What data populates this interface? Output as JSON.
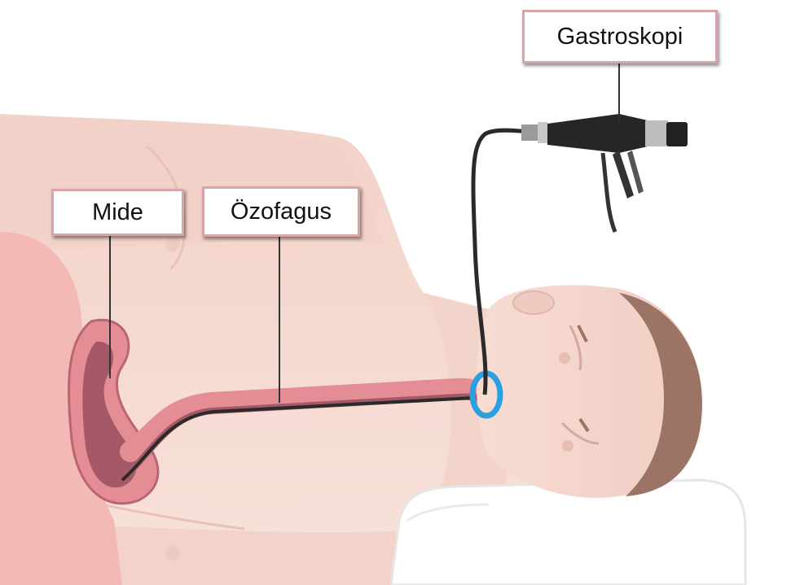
{
  "labels": {
    "gastroskopi": "Gastroskopi",
    "mide": "Mide",
    "ozofagus": "Özofagus"
  },
  "colors": {
    "skin": "#f6ddd4",
    "skin_shade": "#eec7be",
    "organ": "#e48d95",
    "organ_dark": "#a55968",
    "hair": "#9b7466",
    "pillow": "#ffffff",
    "scope": "#2a2a2a",
    "ring": "#2aa0e0",
    "label_border": "#d9a5a9"
  }
}
